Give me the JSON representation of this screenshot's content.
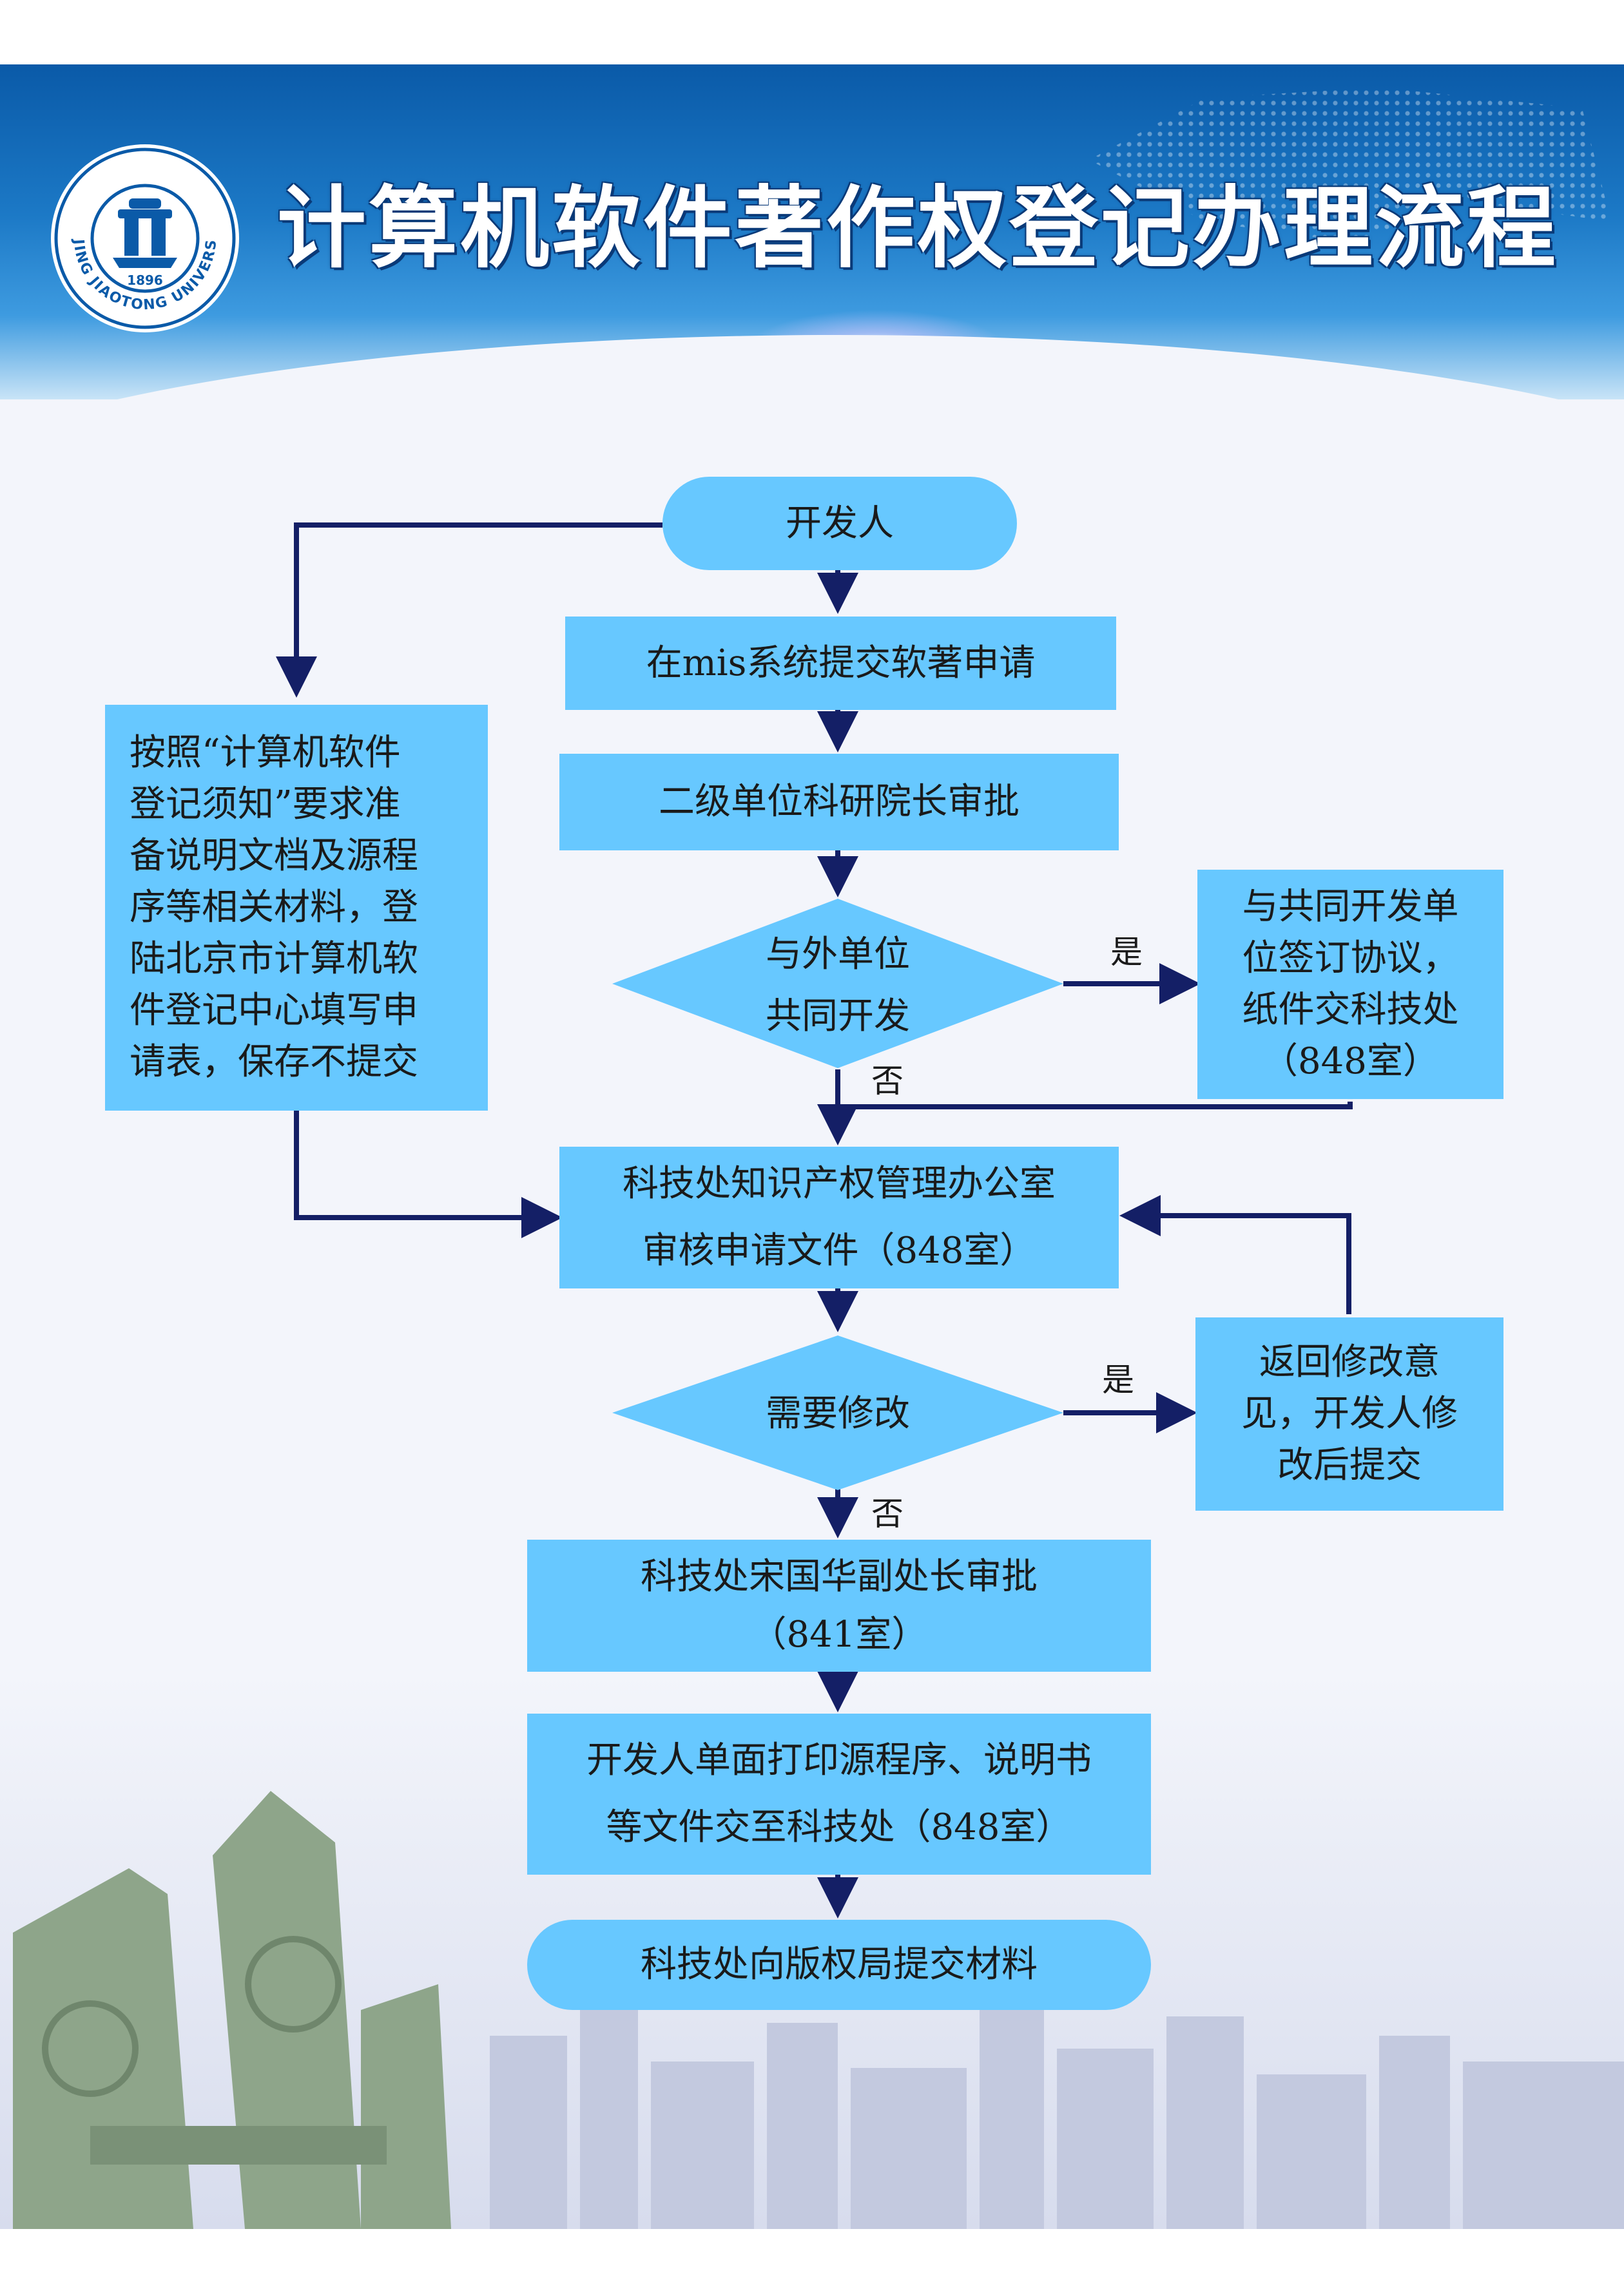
{
  "header": {
    "title": "计算机软件著作权登记办理流程",
    "logo": {
      "name": "beijing-jiaotong-university-seal",
      "text": "BEIJING JIAOTONG UNIVERSITY",
      "year": "1896"
    }
  },
  "colors": {
    "node_fill": "#67c8ff",
    "arrow": "#141f66",
    "header_blue": "#0a5aa8"
  },
  "flowchart": {
    "start": "开发人",
    "step1": "在mis系统提交软著申请",
    "step2": "二级单位科研院长审批",
    "decision1": {
      "line1": "与外单位",
      "line2": "共同开发"
    },
    "yes_label_1": "是",
    "no_label_1": "否",
    "agreement": {
      "line1": "与共同开发单",
      "line2": "位签订协议，",
      "line3": "纸件交科技处",
      "line4": "（848室）"
    },
    "side_note": {
      "lines": [
        "按照“计算机软件",
        "登记须知”要求准",
        "备说明文档及源程",
        "序等相关材料，登",
        "陆北京市计算机软",
        "件登记中心填写申",
        "请表，保存不提交"
      ]
    },
    "review": {
      "line1": "科技处知识产权管理办公室",
      "line2": "审核申请文件（848室）"
    },
    "decision2": "需要修改",
    "yes_label_2": "是",
    "no_label_2": "否",
    "revise": {
      "line1": "返回修改意",
      "line2": "见，开发人修",
      "line3": "改后提交"
    },
    "approve": {
      "line1": "科技处宋国华副处长审批",
      "line2": "（841室）"
    },
    "print": {
      "line1": "开发人单面打印源程序、说明书",
      "line2": "等文件交至科技处（848室）"
    },
    "end": "科技处向版权局提交材料"
  }
}
